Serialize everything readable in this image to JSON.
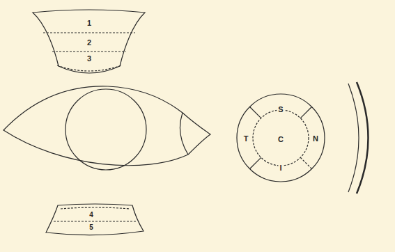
{
  "diagram": {
    "labels": [
      "1",
      "2",
      "3",
      "4",
      "5",
      "S",
      "T",
      "C",
      "N",
      "I"
    ]
  }
}
